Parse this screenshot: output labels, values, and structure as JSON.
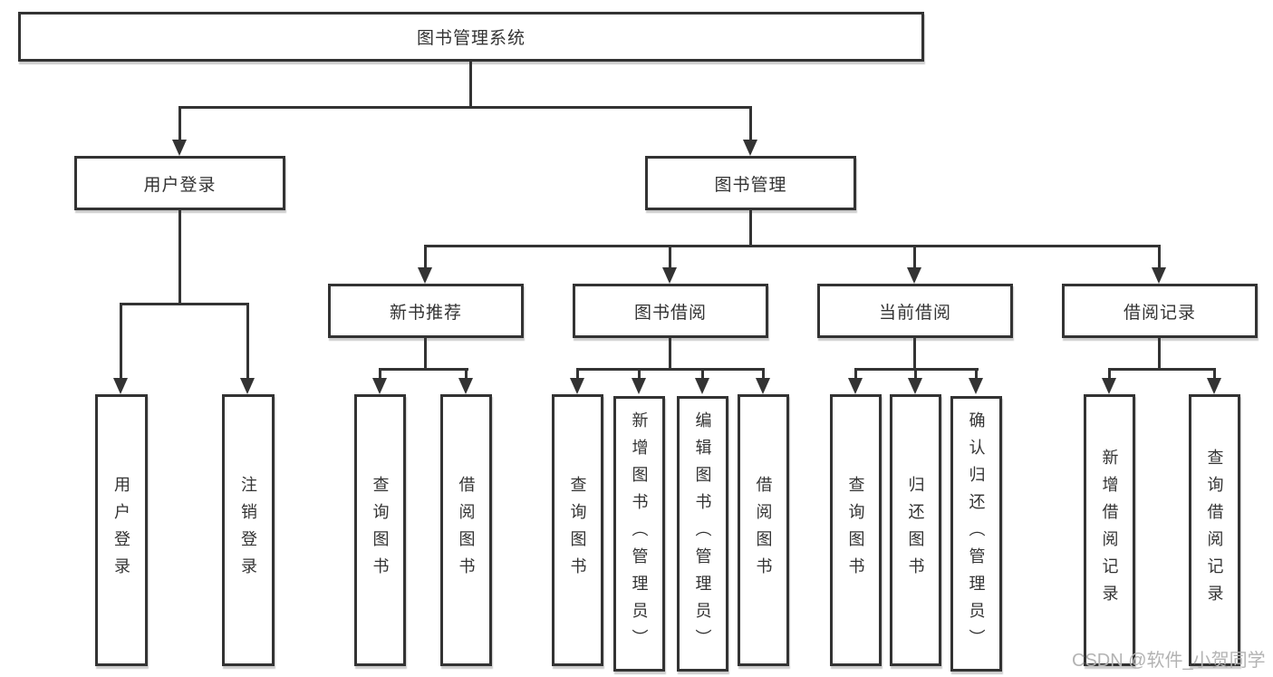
{
  "root": {
    "label": "图书管理系统"
  },
  "level2": [
    {
      "id": "user-login",
      "label": "用户登录",
      "parent": "图书管理系统"
    },
    {
      "id": "book-management",
      "label": "图书管理",
      "parent": "图书管理系统"
    }
  ],
  "level3": [
    {
      "id": "new-book-recommend",
      "label": "新书推荐",
      "parent": "图书管理"
    },
    {
      "id": "book-borrowing",
      "label": "图书借阅",
      "parent": "图书管理"
    },
    {
      "id": "current-borrowing",
      "label": "当前借阅",
      "parent": "图书管理"
    },
    {
      "id": "borrowing-records",
      "label": "借阅记录",
      "parent": "图书管理"
    }
  ],
  "leaves": [
    {
      "label": "用户登录",
      "parent": "用户登录"
    },
    {
      "label": "注销登录",
      "parent": "用户登录"
    },
    {
      "label": "查询图书",
      "parent": "新书推荐"
    },
    {
      "label": "借阅图书",
      "parent": "新书推荐"
    },
    {
      "label": "查询图书",
      "parent": "图书借阅"
    },
    {
      "label": "新增图书（管理员）",
      "parent": "图书借阅"
    },
    {
      "label": "编辑图书（管理员）",
      "parent": "图书借阅"
    },
    {
      "label": "借阅图书",
      "parent": "图书借阅"
    },
    {
      "label": "查询图书",
      "parent": "当前借阅"
    },
    {
      "label": "归还图书",
      "parent": "当前借阅"
    },
    {
      "label": "确认归还（管理员）",
      "parent": "当前借阅"
    },
    {
      "label": "新增借阅记录",
      "parent": "借阅记录"
    },
    {
      "label": "查询借阅记录",
      "parent": "借阅记录"
    }
  ],
  "watermark": {
    "text": "CSDN @软件_小贺同学"
  },
  "colors": {
    "line": "#333333",
    "text": "#333333",
    "background": "#ffffff",
    "watermark": "#b3b3b3"
  }
}
